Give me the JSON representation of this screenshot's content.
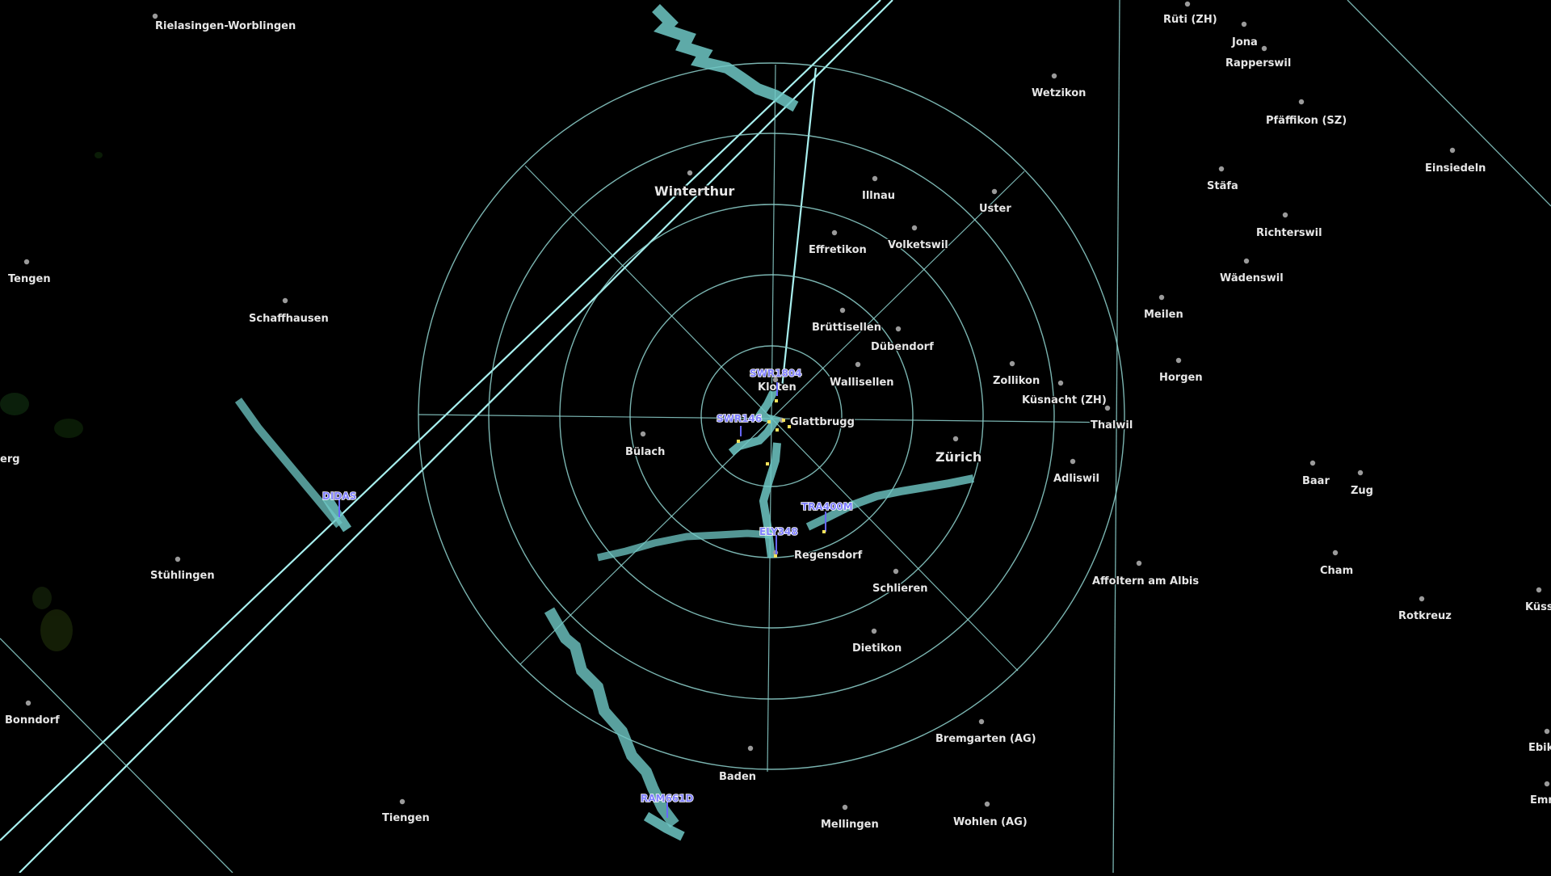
{
  "colors": {
    "background": "#000000",
    "ring": "#8fd3cf",
    "airway": "#a8f0ef",
    "trail": "#6fc8c6",
    "callsign": "#7f7fff",
    "label": "#e6e6e6",
    "blip": "#f5e25a"
  },
  "towns": [
    {
      "id": "rielasingen",
      "name": "Rielasingen-Worblingen"
    },
    {
      "id": "tengen",
      "name": "Tengen"
    },
    {
      "id": "schaffhausen",
      "name": "Schaffhausen"
    },
    {
      "id": "erg",
      "name": "erg"
    },
    {
      "id": "stuehlingen",
      "name": "Stühlingen"
    },
    {
      "id": "bonndorf",
      "name": "Bonndorf"
    },
    {
      "id": "tiengen",
      "name": "Tiengen"
    },
    {
      "id": "winterthur",
      "name": "Winterthur"
    },
    {
      "id": "illnau",
      "name": "Illnau"
    },
    {
      "id": "uster",
      "name": "Uster"
    },
    {
      "id": "wetzikon",
      "name": "Wetzikon"
    },
    {
      "id": "effretikon",
      "name": "Effretikon"
    },
    {
      "id": "volketswil",
      "name": "Volketswil"
    },
    {
      "id": "bruettisellen",
      "name": "Brüttisellen"
    },
    {
      "id": "duebendorf",
      "name": "Dübendorf"
    },
    {
      "id": "wallisellen",
      "name": "Wallisellen"
    },
    {
      "id": "kloten",
      "name": "Kloten"
    },
    {
      "id": "glattbrugg",
      "name": "Glattbrugg"
    },
    {
      "id": "buelach",
      "name": "Bülach"
    },
    {
      "id": "zollikon",
      "name": "Zollikon"
    },
    {
      "id": "kuesnacht_zh",
      "name": "Küsnacht (ZH)"
    },
    {
      "id": "thalwil",
      "name": "Thalwil"
    },
    {
      "id": "zuerich",
      "name": "Zürich"
    },
    {
      "id": "adliswil",
      "name": "Adliswil"
    },
    {
      "id": "regensdorf",
      "name": "Regensdorf"
    },
    {
      "id": "schlieren",
      "name": "Schlieren"
    },
    {
      "id": "dietikon",
      "name": "Dietikon"
    },
    {
      "id": "affoltern",
      "name": "Affoltern am Albis"
    },
    {
      "id": "bremgarten",
      "name": "Bremgarten (AG)"
    },
    {
      "id": "baden",
      "name": "Baden"
    },
    {
      "id": "mellingen",
      "name": "Mellingen"
    },
    {
      "id": "wohlen",
      "name": "Wohlen (AG)"
    },
    {
      "id": "rueti",
      "name": "Rüti (ZH)"
    },
    {
      "id": "jona",
      "name": "Jona"
    },
    {
      "id": "rapperswil",
      "name": "Rapperswil"
    },
    {
      "id": "pfaeffikon",
      "name": "Pfäffikon (SZ)"
    },
    {
      "id": "staefa",
      "name": "Stäfa"
    },
    {
      "id": "einsiedeln",
      "name": "Einsiedeln"
    },
    {
      "id": "richterswil",
      "name": "Richterswil"
    },
    {
      "id": "waedenswil",
      "name": "Wädenswil"
    },
    {
      "id": "meilen",
      "name": "Meilen"
    },
    {
      "id": "horgen",
      "name": "Horgen"
    },
    {
      "id": "baar",
      "name": "Baar"
    },
    {
      "id": "zug",
      "name": "Zug"
    },
    {
      "id": "cham",
      "name": "Cham"
    },
    {
      "id": "rotkreuz",
      "name": "Rotkreuz"
    },
    {
      "id": "kuessnacht",
      "name": "Küssnach"
    },
    {
      "id": "ebikon",
      "name": "Ebiko"
    },
    {
      "id": "emmen",
      "name": "Emm"
    }
  ],
  "aircraft": [
    {
      "id": "swr1804",
      "callsign": "SWR1804"
    },
    {
      "id": "swr146",
      "callsign": "SWR146"
    },
    {
      "id": "didas",
      "callsign": "DIDAS"
    },
    {
      "id": "tra400m",
      "callsign": "TRA400M"
    },
    {
      "id": "ely348",
      "callsign": "ELY348"
    },
    {
      "id": "ram661d",
      "callsign": "RAM661D"
    }
  ]
}
